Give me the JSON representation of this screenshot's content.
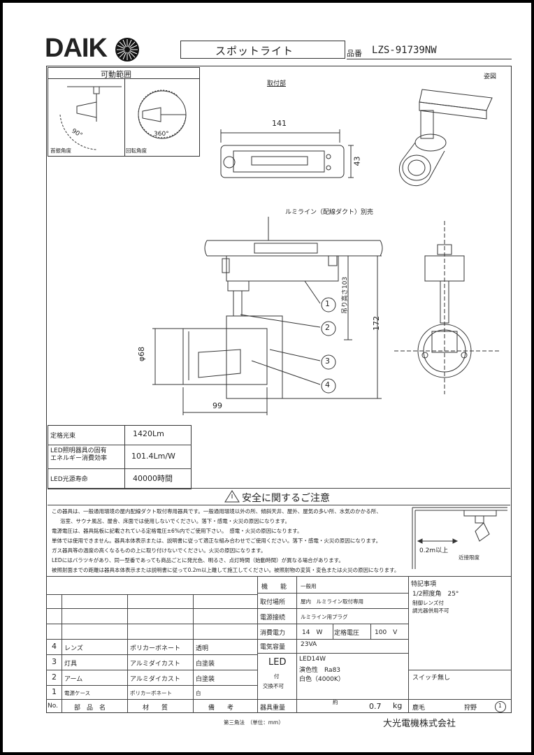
{
  "header": {
    "logo": "DAIK",
    "title": "スポットライト",
    "model_label": "品番",
    "model": "LZS-91739NW"
  },
  "movable": {
    "title": "可動範囲",
    "tilt_deg": "90°",
    "tilt_label": "首振角度",
    "rot_deg": "360°",
    "rot_label": "回転角度"
  },
  "drawing": {
    "mount_label": "取付部",
    "view_label": "姿図",
    "dim_141": "141",
    "dim_43": "43",
    "rail_note": "ルミライン（配線ダクト）別売",
    "dim_103": "吊り高さ103",
    "dim_172": "172",
    "dim_phi68": "φ68",
    "dim_99": "99",
    "callouts": [
      "1",
      "2",
      "3",
      "4"
    ]
  },
  "specs": [
    {
      "label": "定格光束",
      "value": "1420Lm"
    },
    {
      "label": "LED照明器具の固有\nエネルギー消費効率",
      "value": "101.4Lm/W"
    },
    {
      "label": "LED光源寿命",
      "value": "40000時間"
    }
  ],
  "caution": {
    "title": "安全に関するご注意",
    "items": [
      "この器具は、一般通用環境の屋内配線ダクト取付専用器具です。一般通用環境以外の所、傾斜天井、屋外、屋気の多い所、水気のかかる所、",
      "浴室、サウナ風呂、屋舎、床面では使用しないでください。落下・感電・火災の原因になります。",
      "電源電圧は、器具銘板に記載されている定格電圧±6%内でご使用下さい。　感電・火災の原因になります。",
      "単体では使用できません。器具本体表示または、説明書に従って適正な組み合わせでご使用ください。落下・感電・火災の原因になります。",
      "ガス器具等の温度の高くなるものの上に取り付けないでください。火災の原因になります。",
      "LEDにはバラツキがあり、同一型番であっても商品ごとに発光色、明るさ、点灯時間（始動時間）が異なる場合があります。",
      "被照射面までの距離は器具本体表示または説明書に従って0.2m以上離して施工してください。被照射物の変質・変色または火災の原因になります。"
    ],
    "diagram_dist": "0.2m以上",
    "diagram_label": "近接限度"
  },
  "parts": {
    "rows": [
      {
        "no": "4",
        "name": "レンズ",
        "material": "ポリカーボネート",
        "note": "透明"
      },
      {
        "no": "3",
        "name": "灯具",
        "material": "アルミダイカスト",
        "note": "白塗装"
      },
      {
        "no": "2",
        "name": "アーム",
        "material": "アルミダイカスト",
        "note": "白塗装"
      },
      {
        "no": "1",
        "name": "電源ケース",
        "material": "ポリカーボネート",
        "note": "白"
      }
    ],
    "headers": {
      "no": "No.",
      "name": "部　品　名",
      "material": "材　　質",
      "note": "備　　考"
    }
  },
  "info": {
    "function_label": "機　　能",
    "function_value": "一般用",
    "mount_label": "取付場所",
    "mount_value": "屋内　ルミライン取付専用",
    "conn_label": "電源接続",
    "conn_value": "ルミライン用プラグ",
    "power_label": "消費電力",
    "power_value": "14　W",
    "rated_label": "定格電圧",
    "rated_value": "100　V",
    "cap_label": "電気容量",
    "cap_value": "23VA",
    "led_label_1": "LED",
    "led_label_2": "付",
    "led_label_3": "交換不可",
    "led_value_1": "LED14W",
    "led_value_2": "演色性　Ra83",
    "led_value_3": "白色（4000K）",
    "weight_label": "器具重量",
    "weight_approx": "約",
    "weight_value": "0.7",
    "weight_unit": "kg"
  },
  "notes": {
    "title": "特記事項",
    "lines": [
      "1/2照度角　25°",
      "制御レンズ付",
      "調光器併用不可"
    ],
    "switch": "スイッチ無し"
  },
  "signature": {
    "name1": "鹿毛",
    "name2": "狩野",
    "sheet": "1"
  },
  "footer": {
    "projection": "第三角法　（単位：mm）",
    "company": "大光電機株式会社"
  }
}
